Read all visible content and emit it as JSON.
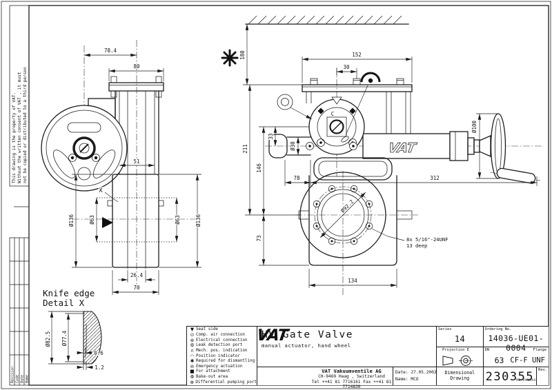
{
  "frame": {
    "note_lines": [
      "This drawing is the property of VAT.",
      "Without the written consent of VAT , it must",
      "not be copied or distributed to a third person"
    ]
  },
  "revision_table": {
    "columns": [
      "Revision",
      "Code",
      "Date",
      "Name"
    ]
  },
  "legend": {
    "items": [
      {
        "icon": "seat-side-icon",
        "glyph": "▼",
        "label": "Seat side"
      },
      {
        "icon": "comp-air-icon",
        "glyph": "⊙",
        "label": "Comp. air connection"
      },
      {
        "icon": "electrical-icon",
        "glyph": "⊛",
        "label": "Electrical connection"
      },
      {
        "icon": "leak-detection-icon",
        "glyph": "⚙",
        "label": "Leak detection port"
      },
      {
        "icon": "mech-pos-icon",
        "glyph": "∩",
        "label": "Mech. pos. indication"
      },
      {
        "icon": "position-indicator-icon",
        "glyph": "◠",
        "label": "Position indicator"
      },
      {
        "icon": "dismantling-icon",
        "glyph": "✱",
        "label": "Required for dismantling"
      },
      {
        "icon": "emergency-actuation-icon",
        "glyph": "⊖",
        "label": "Emergency actuation"
      },
      {
        "icon": "attachment-icon",
        "glyph": "■",
        "label": "For attachment"
      },
      {
        "icon": "bake-out-icon",
        "glyph": "Φ",
        "label": "Bake-out area"
      },
      {
        "icon": "diff-pumping-icon",
        "glyph": "⊕",
        "label": "Differential pumping port"
      }
    ]
  },
  "views": {
    "knife_title1": "Knife edge",
    "knife_title2": "Detail X",
    "logo_outline": "VAT"
  },
  "dims": {
    "d78_4": "78.4",
    "d80": "80",
    "d51": "51",
    "d136": "Ø136",
    "d63": "Ø63",
    "d26_4": "26.4",
    "d70": "70",
    "x_marker": "X",
    "d82_5": "Ø82.5",
    "d77_4": "Ø77.4",
    "d0_6": "0.6",
    "d1_2": "1.2",
    "d180": "180",
    "d152": "152",
    "d30": "30",
    "d211": "211",
    "d146": "146",
    "d33": "33",
    "d30dia": "Ø30",
    "d73": "73",
    "d78": "78",
    "d312": "312",
    "d100": "Ø100",
    "d92": "Ø92.2",
    "d134": "134",
    "thread_line1": "8x 5/16\"-24UNF",
    "thread_line2": "13 deep",
    "c_label": "C"
  },
  "title_block": {
    "title": "HV Gate Valve",
    "subtitle": "manual actuator, hand wheel",
    "logo": "VAT",
    "company_name": "VAT Vakuumventile AG",
    "company_address": "CH-9469 Haag , Switzerland",
    "company_tel": "Tel ++41 81 7716161 Fax ++41 81 7714830",
    "date_label": "Date: 27.05.2002",
    "name_label": "Name: MCO",
    "series_label": "Series",
    "series_value": "14",
    "ordering_label": "Ordering No.",
    "ordering_value": "14036-UE01-0004",
    "projection_label": "Projection E",
    "dn_label": "DN",
    "dn_value": "63",
    "flange_label": "Flange",
    "flange_value": "CF-F UNF",
    "doc_type_line1": "Dimensional",
    "doc_type_line2": "Drawing",
    "drawing_number": "230355",
    "rev_label": "Rev.",
    "stamp": "MB  VA1MAX"
  }
}
